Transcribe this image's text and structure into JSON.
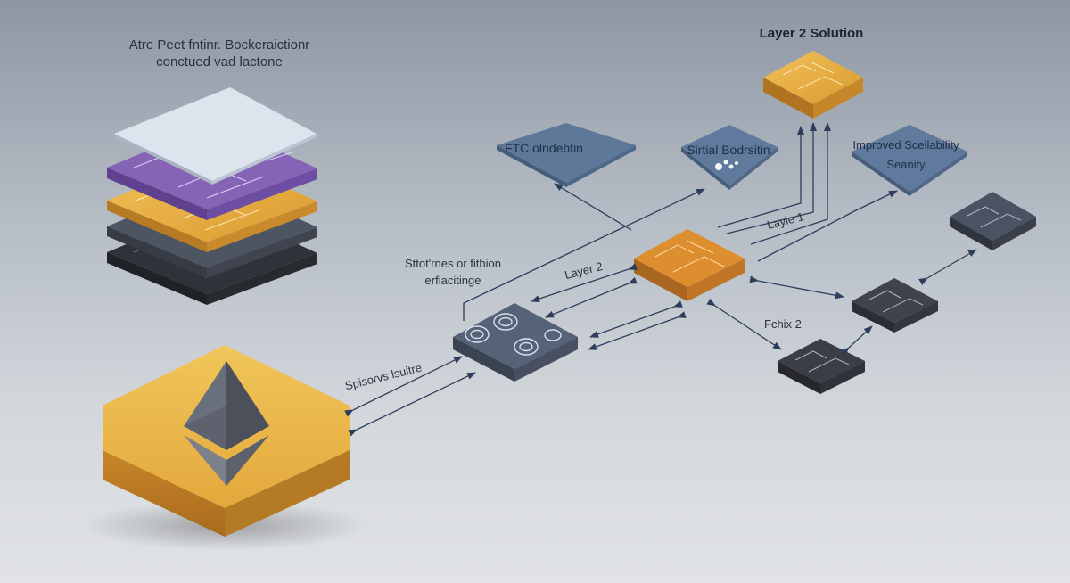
{
  "diagram": {
    "stack_title_line1": "Atre Peet fntinr. Bockeraictionr",
    "stack_title_line2": "conctued vad lactone",
    "layer2_solution_title": "Layer 2 Solution",
    "box_ftc_label": "FTC olndebtin",
    "box_sirtial_label": "Sirtial Bodrsitin",
    "box_improved_line1": "Improved Scellability",
    "box_improved_line2": "Seanity",
    "label_layer1": "Layie 1",
    "label_layer2": "Layer 2",
    "label_statement_line1": "Sttot'rnes or fithion",
    "label_statement_line2": "erfiacitinge",
    "label_fchix2": "Fchix 2",
    "label_spisonrs": "Spisorvs lsuitre"
  },
  "colors": {
    "gold": "#e0a53c",
    "orange": "#d48a2c",
    "slate": "#525b6b",
    "dark": "#3a3d44",
    "purple": "#8a67b8",
    "panel_blue": "#5f7a9c",
    "arrow": "#2c3e5c"
  }
}
